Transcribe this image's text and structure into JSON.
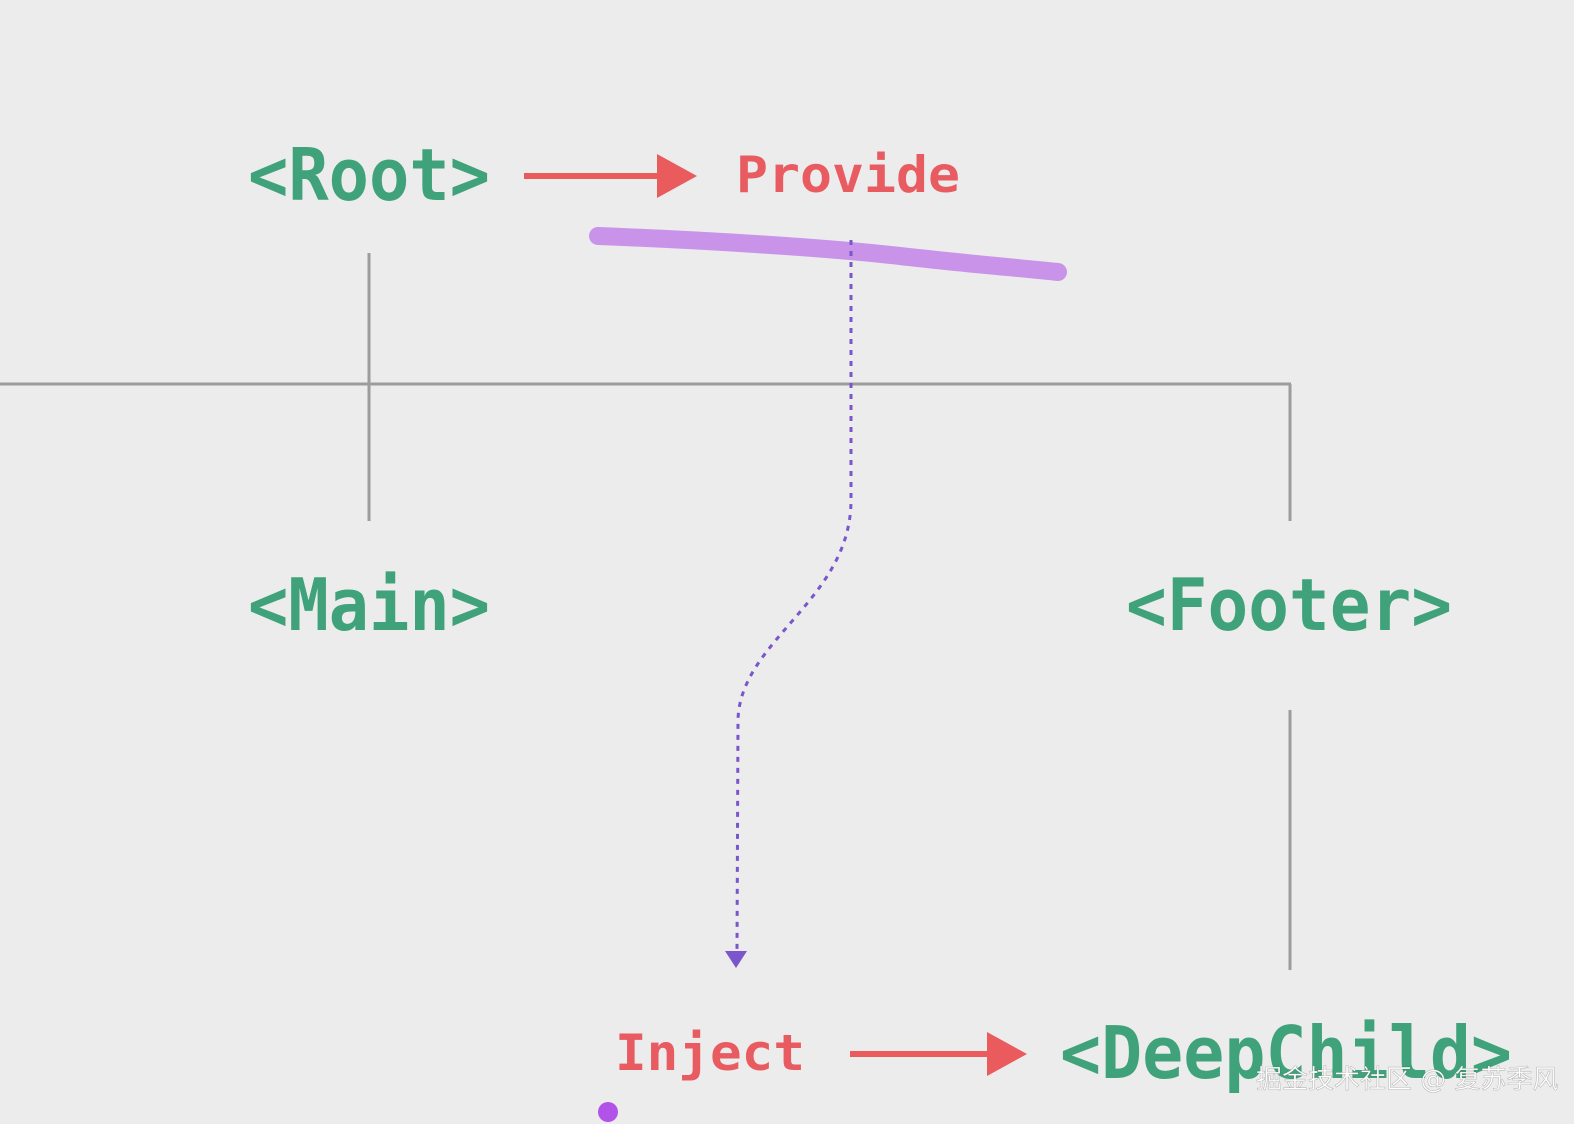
{
  "nodes": {
    "root": "<Root>",
    "main": "<Main>",
    "footer": "<Footer>",
    "deep_child": "<DeepChild>"
  },
  "actions": {
    "provide": "Provide",
    "inject": "Inject"
  },
  "watermark": "掘金技术社区 @ 复苏季风",
  "colors": {
    "background": "#ececec",
    "component_text": "#3fa27a",
    "action_text": "#e85c61",
    "arrow": "#ea5b5e",
    "tree_line": "#9c9c9c",
    "dotted_path": "#7a55cc",
    "highlight_stroke": "#c993ea",
    "cursor_dot": "#b152e8"
  }
}
